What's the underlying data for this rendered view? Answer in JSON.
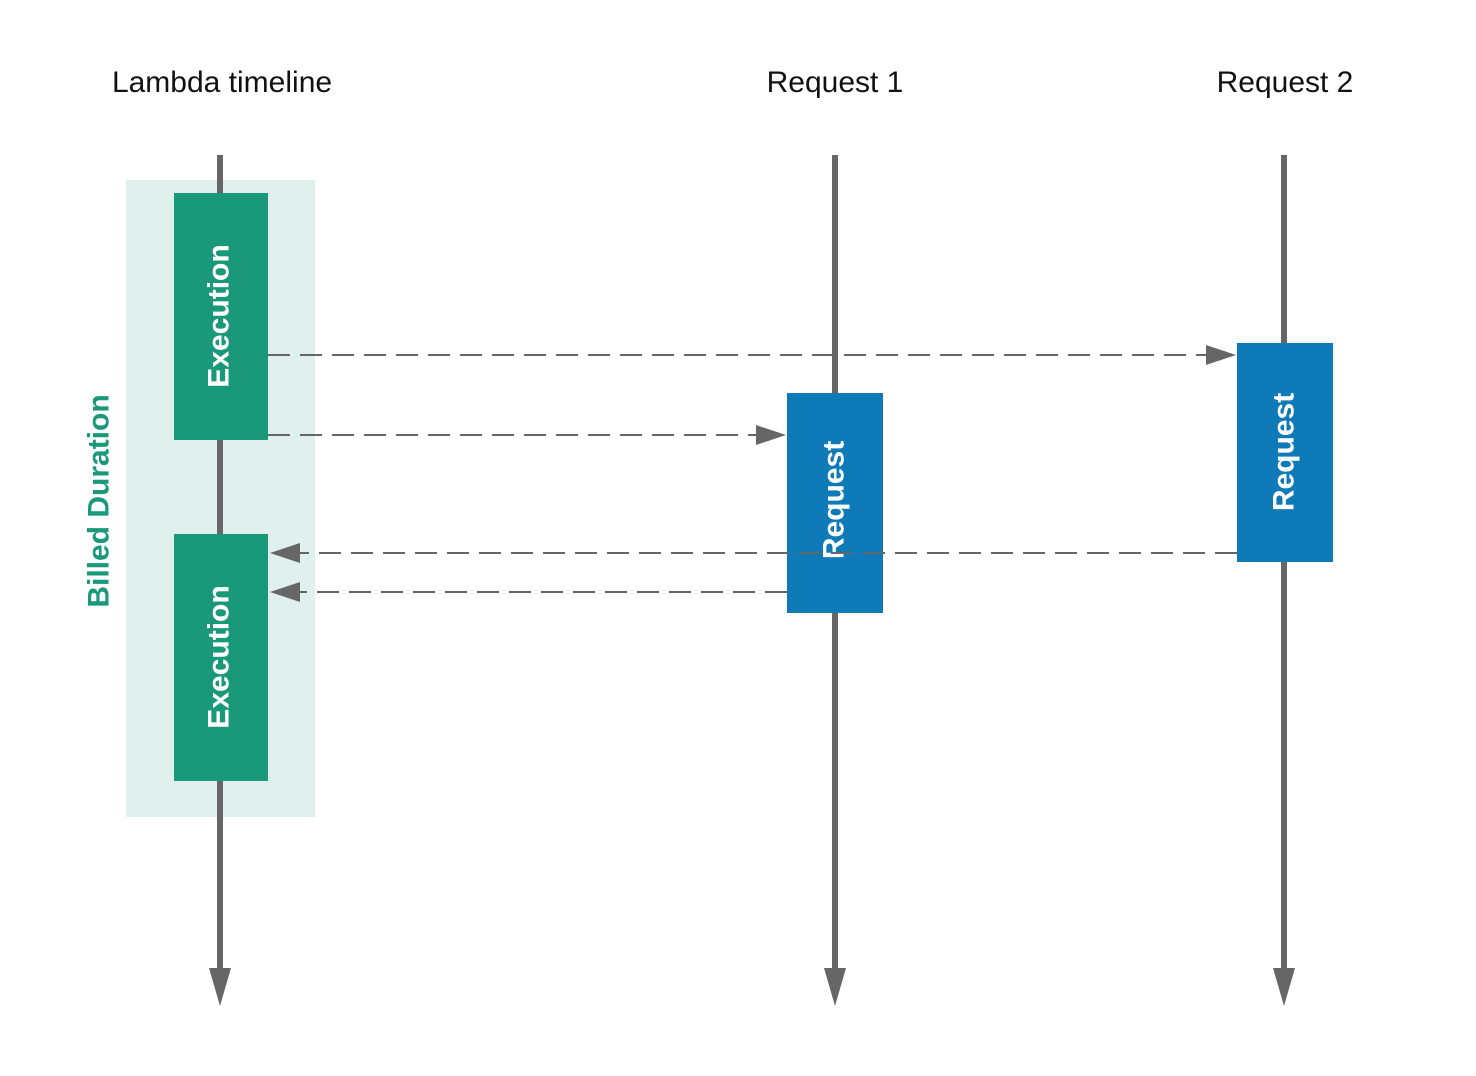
{
  "columns": {
    "lambda": "Lambda timeline",
    "request1": "Request 1",
    "request2": "Request 2"
  },
  "billed": {
    "label": "Billed Duration"
  },
  "execution_boxes": [
    "Execution",
    "Execution"
  ],
  "request_boxes": [
    "Request",
    "Request"
  ],
  "colors": {
    "timeline": "#666666",
    "execution": "#1a997a",
    "request": "#0e7ab8",
    "billed_region": "#dff0ed",
    "billed_text": "#1a997a",
    "arrow": "#666666"
  }
}
